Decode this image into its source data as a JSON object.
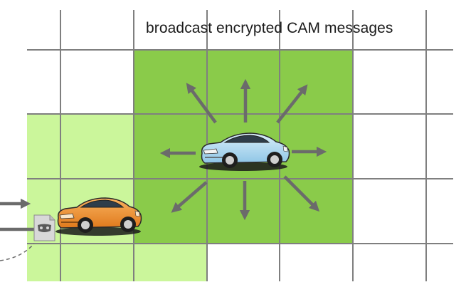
{
  "diagram": {
    "caption": "broadcast encrypted CAM messages",
    "colors": {
      "grid_line": "#7f7f7f",
      "zone_broadcast": "#8acb4a",
      "zone_sender": "#cbf69b",
      "arrow": "#6b6b6b",
      "car_broadcasting": "#a8d6ef",
      "car_receiving": "#f0892c"
    },
    "entities": [
      {
        "name": "broadcasting-vehicle",
        "icon": "car-icon",
        "color": "#a8d6ef"
      },
      {
        "name": "receiving-vehicle",
        "icon": "car-icon",
        "color": "#f0892c"
      },
      {
        "name": "encrypted-message",
        "icon": "encrypted-document-icon"
      }
    ],
    "broadcast_directions": 8
  }
}
